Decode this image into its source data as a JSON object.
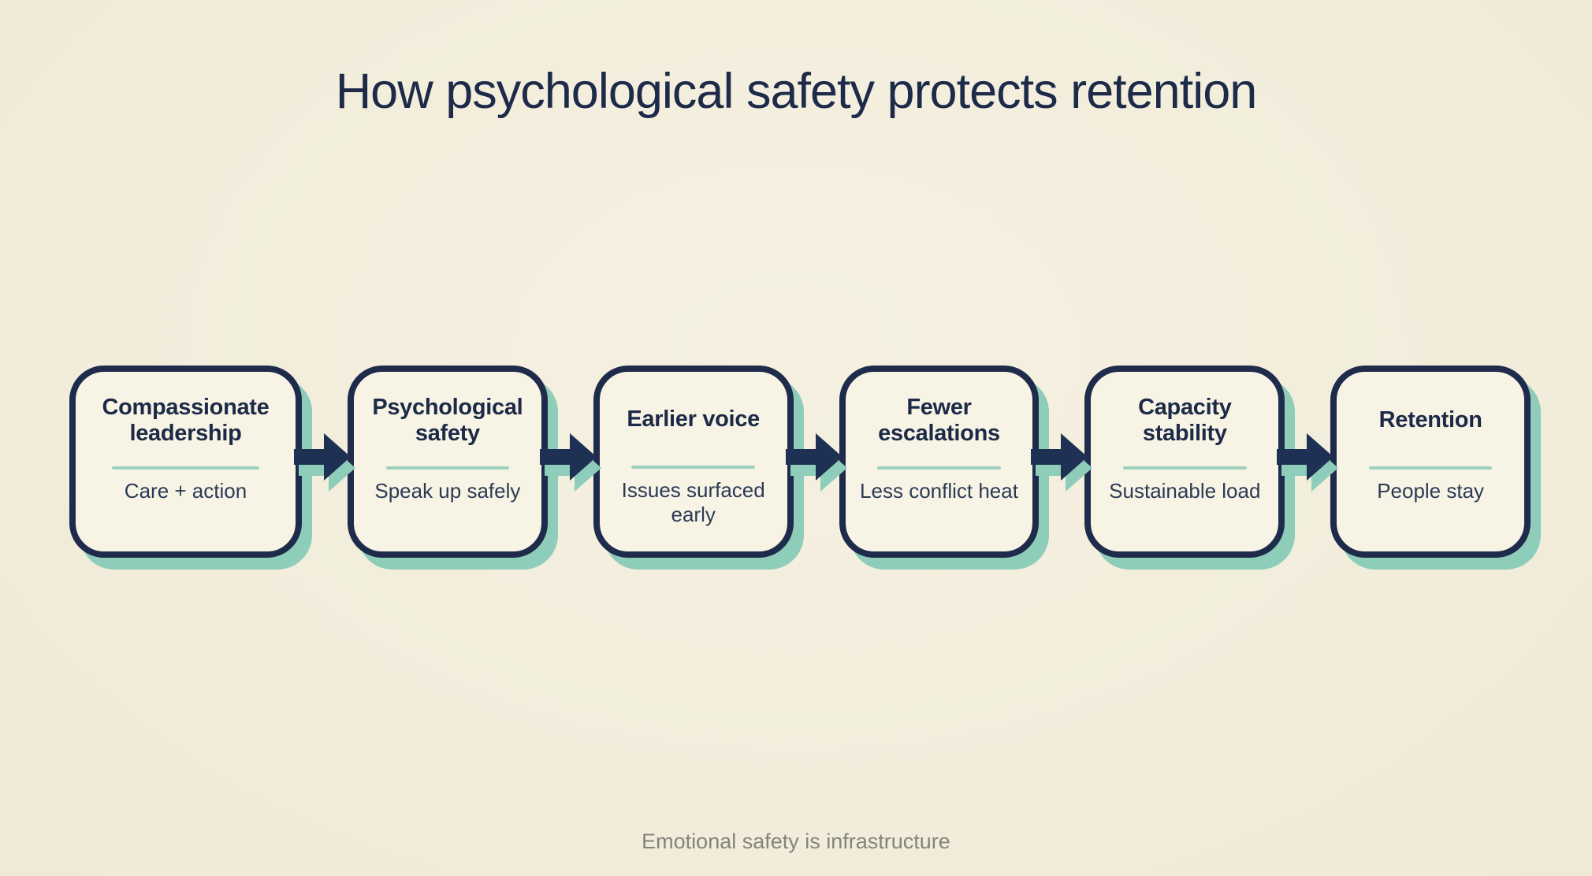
{
  "title": "How psychological safety protects retention",
  "footer_caption": "Emotional safety is infrastructure",
  "flow": {
    "direction": "left-to-right",
    "nodes": [
      {
        "title": "Compassionate leadership",
        "subtitle": "Care + action"
      },
      {
        "title": "Psychological safety",
        "subtitle": "Speak up safely"
      },
      {
        "title": "Earlier voice",
        "subtitle": "Issues surfaced early"
      },
      {
        "title": "Fewer escalations",
        "subtitle": "Less conflict heat"
      },
      {
        "title": "Capacity stability",
        "subtitle": "Sustainable load"
      },
      {
        "title": "Retention",
        "subtitle": "People stay"
      }
    ]
  },
  "colors": {
    "background": "#f2eddb",
    "node_fill": "#f8f4e5",
    "node_border": "#1e2b4b",
    "accent_teal": "#8ecdb9",
    "divider_teal": "#9cd1be",
    "title_text": "#1d2a49",
    "body_text": "#2b3a55",
    "footer_text": "#84847b"
  }
}
